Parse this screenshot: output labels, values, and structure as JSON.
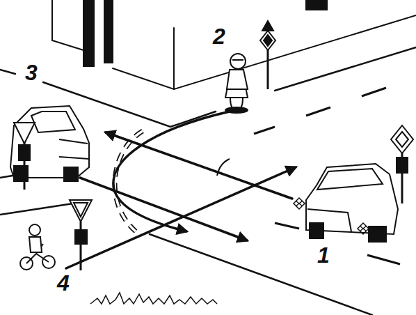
{
  "diagram": {
    "labels": [
      "2",
      "3",
      "1",
      "4"
    ]
  }
}
